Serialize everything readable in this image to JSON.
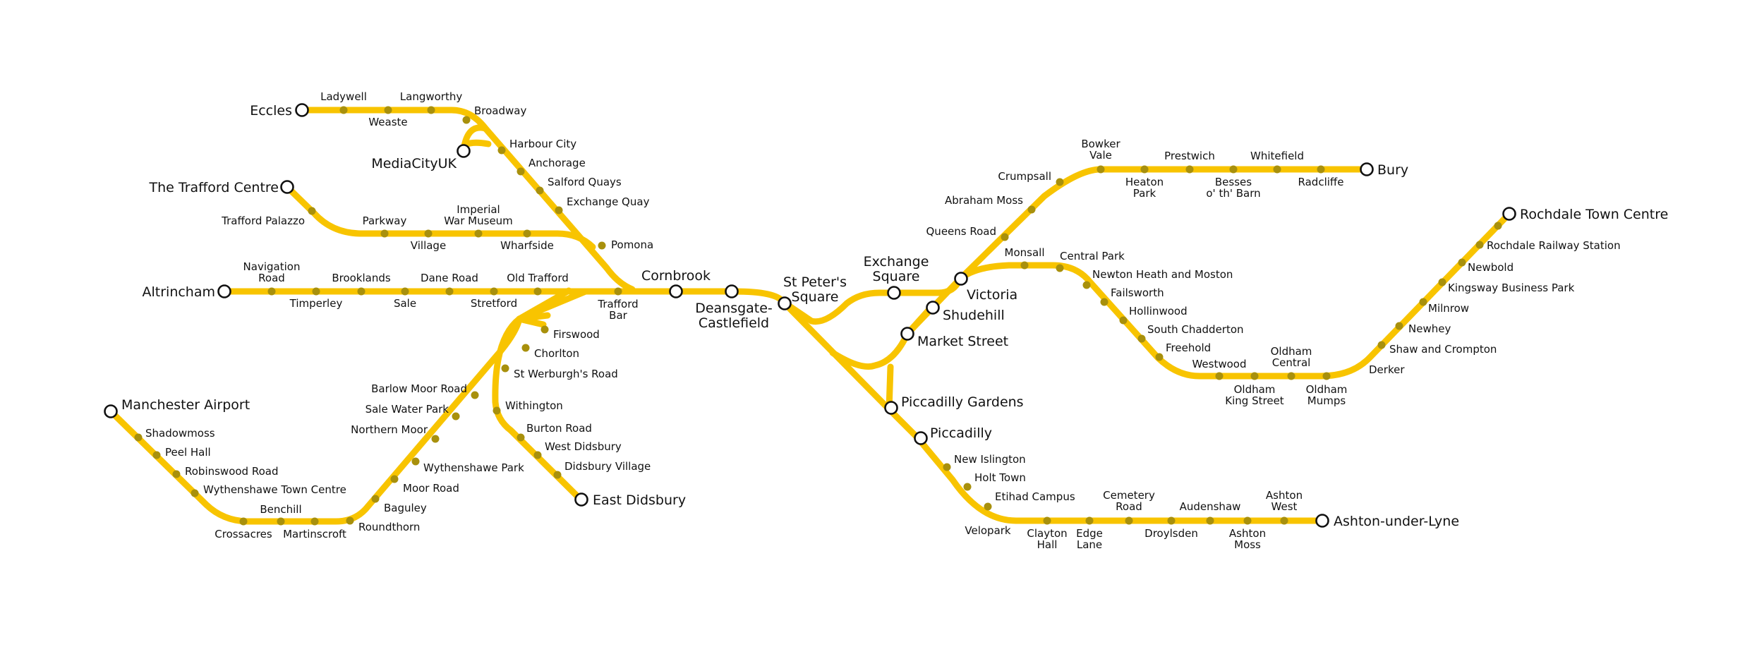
{
  "colors": {
    "line": "#f8c400",
    "stop": "#a8900c",
    "terminus_fill": "#ffffff",
    "terminus_stroke": "#111111"
  },
  "termini": {
    "eccles": "Eccles",
    "mediacityuk": "MediaCityUK",
    "trafford_centre": "The Trafford Centre",
    "altrincham": "Altrincham",
    "manchester_airport": "Manchester Airport",
    "east_didsbury": "East Didsbury",
    "cornbrook": "Cornbrook",
    "deansgate_1": "Deansgate-",
    "deansgate_2": "Castlefield",
    "st_peters_1": "St Peter's",
    "st_peters_2": "Square",
    "exchange_1": "Exchange",
    "exchange_2": "Square",
    "victoria": "Victoria",
    "shudehill": "Shudehill",
    "market_street": "Market Street",
    "piccadilly_gardens": "Piccadilly Gardens",
    "piccadilly": "Piccadilly",
    "bury": "Bury",
    "rochdale": "Rochdale Town Centre",
    "ashton": "Ashton-under-Lyne"
  },
  "stations": {
    "ladywell": "Ladywell",
    "weaste": "Weaste",
    "langworthy": "Langworthy",
    "broadway": "Broadway",
    "harbour_city": "Harbour City",
    "anchorage": "Anchorage",
    "salford_quays": "Salford Quays",
    "exchange_quay": "Exchange Quay",
    "pomona": "Pomona",
    "trafford_palazzo": "Trafford Palazzo",
    "parkway": "Parkway",
    "village": "Village",
    "iwm_1": "Imperial",
    "iwm_2": "War Museum",
    "wharfside": "Wharfside",
    "navigation_1": "Navigation",
    "navigation_2": "Road",
    "timperley": "Timperley",
    "brooklands": "Brooklands",
    "sale": "Sale",
    "dane_road": "Dane Road",
    "stretford": "Stretford",
    "old_trafford": "Old Trafford",
    "trafford_bar_1": "Trafford",
    "trafford_bar_2": "Bar",
    "firswood": "Firswood",
    "chorlton": "Chorlton",
    "st_werburghs": "St Werburgh's Road",
    "barlow_moor": "Barlow Moor Road",
    "sale_water_park": "Sale Water Park",
    "northern_moor": "Northern Moor",
    "wythenshawe_park": "Wythenshawe Park",
    "moor_road": "Moor Road",
    "baguley": "Baguley",
    "roundthorn": "Roundthorn",
    "martinscroft": "Martinscroft",
    "benchill": "Benchill",
    "crossacres": "Crossacres",
    "wythenshawe_tc": "Wythenshawe Town Centre",
    "robinswood": "Robinswood Road",
    "peel_hall": "Peel Hall",
    "shadowmoss": "Shadowmoss",
    "withington": "Withington",
    "burton_road": "Burton Road",
    "west_didsbury": "West Didsbury",
    "didsbury_village": "Didsbury Village",
    "queens_road": "Queens Road",
    "abraham_moss": "Abraham Moss",
    "crumpsall": "Crumpsall",
    "bowker_1": "Bowker",
    "bowker_2": "Vale",
    "heaton_1": "Heaton",
    "heaton_2": "Park",
    "prestwich": "Prestwich",
    "besses_1": "Besses",
    "besses_2": "o' th' Barn",
    "whitefield": "Whitefield",
    "radcliffe": "Radcliffe",
    "monsall": "Monsall",
    "central_park": "Central Park",
    "newton_heath": "Newton Heath and Moston",
    "failsworth": "Failsworth",
    "hollinwood": "Hollinwood",
    "south_chadderton": "South Chadderton",
    "freehold": "Freehold",
    "westwood": "Westwood",
    "oks_1": "Oldham",
    "oks_2": "King Street",
    "oc_1": "Oldham",
    "oc_2": "Central",
    "om_1": "Oldham",
    "om_2": "Mumps",
    "derker": "Derker",
    "shaw": "Shaw and Crompton",
    "newhey": "Newhey",
    "milnrow": "Milnrow",
    "kingsway": "Kingsway Business Park",
    "newbold": "Newbold",
    "rochdale_rail": "Rochdale Railway Station",
    "new_islington": "New Islington",
    "holt_town": "Holt Town",
    "etihad": "Etihad Campus",
    "velopark": "Velopark",
    "clayton_1": "Clayton",
    "clayton_2": "Hall",
    "edge_1": "Edge",
    "edge_2": "Lane",
    "cemetery_1": "Cemetery",
    "cemetery_2": "Road",
    "droylsden": "Droylsden",
    "audenshaw": "Audenshaw",
    "ashton_moss_1": "Ashton",
    "ashton_moss_2": "Moss",
    "ashton_west_1": "Ashton",
    "ashton_west_2": "West"
  }
}
